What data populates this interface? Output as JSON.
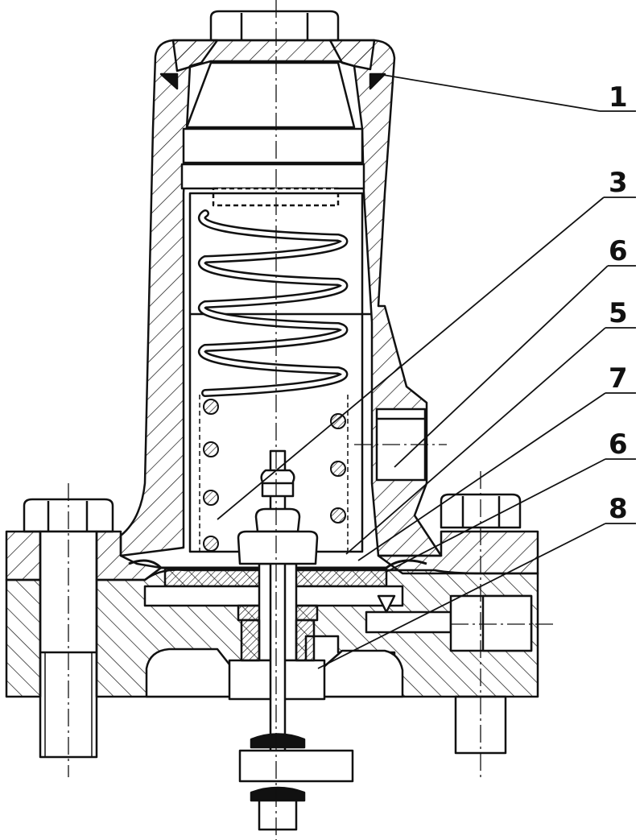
{
  "colors": {
    "ink": "#111111",
    "paper": "#ffffff"
  },
  "callouts": [
    {
      "id": "c1",
      "label": "1"
    },
    {
      "id": "c3",
      "label": "3"
    },
    {
      "id": "c6a",
      "label": "6"
    },
    {
      "id": "c5",
      "label": "5"
    },
    {
      "id": "c7",
      "label": "7"
    },
    {
      "id": "c6b",
      "label": "6"
    },
    {
      "id": "c8",
      "label": "8"
    }
  ]
}
